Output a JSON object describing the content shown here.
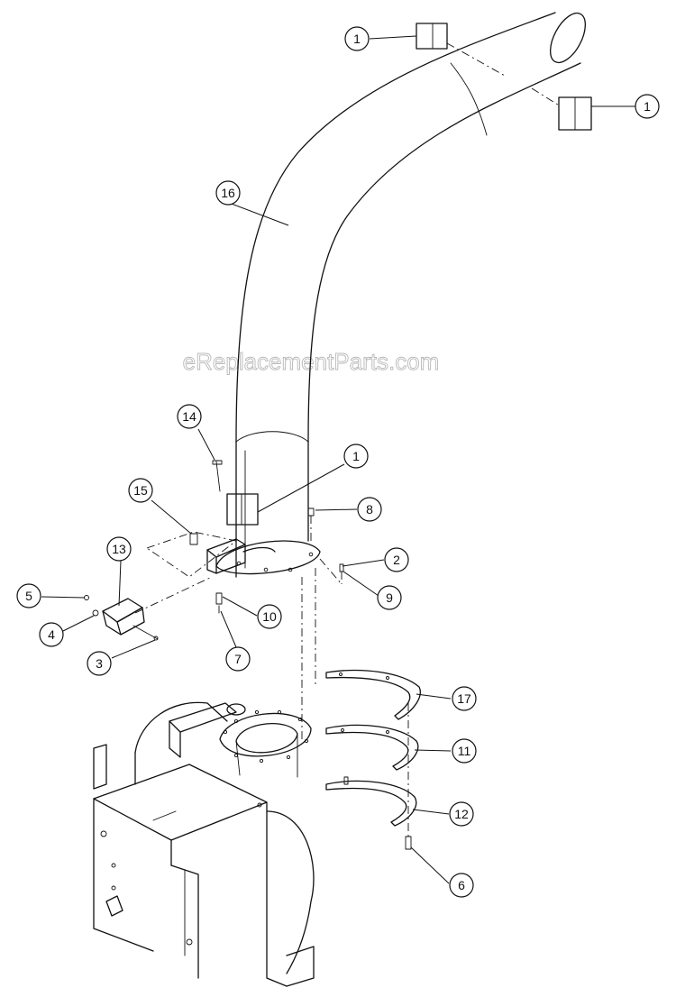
{
  "watermark": "eReplacementParts.com",
  "callouts": {
    "c1a": "1",
    "c1b": "1",
    "c1c": "1",
    "c2": "2",
    "c3": "3",
    "c4": "4",
    "c5": "5",
    "c6": "6",
    "c7": "7",
    "c8": "8",
    "c9": "9",
    "c10": "10",
    "c11": "11",
    "c12": "12",
    "c13": "13",
    "c14": "14",
    "c15": "15",
    "c16": "16",
    "c17": "17"
  }
}
